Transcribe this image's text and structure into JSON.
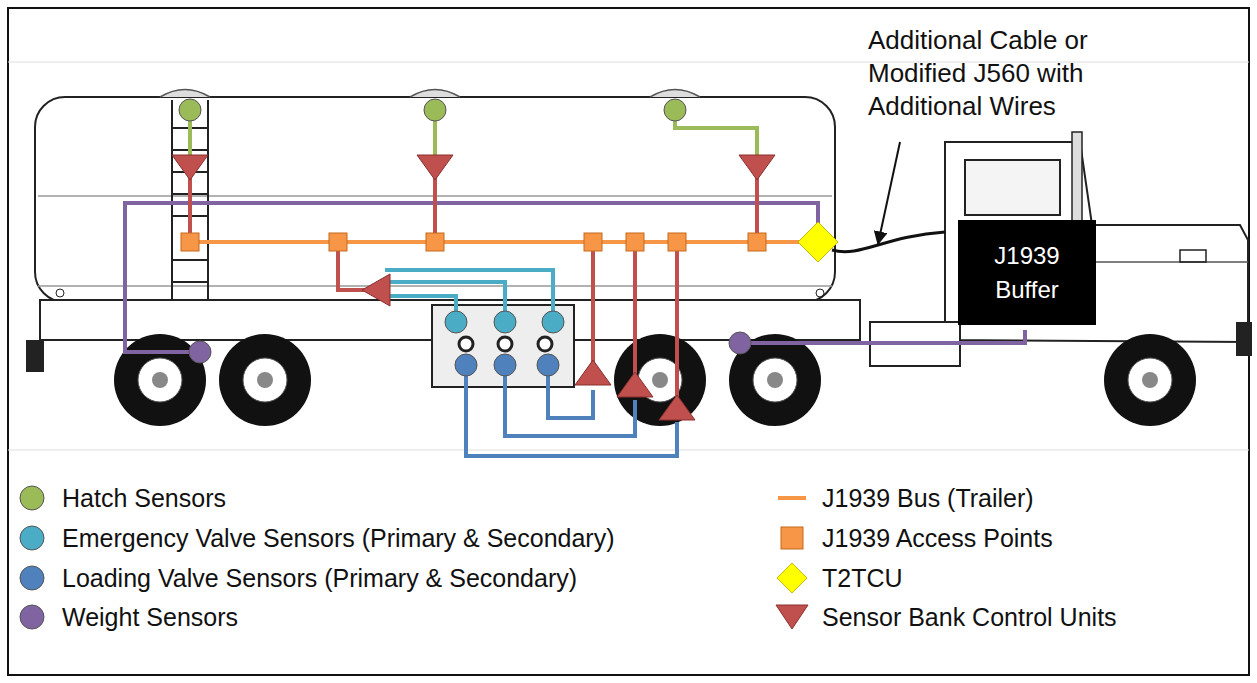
{
  "diagram": {
    "nodes": [
      {
        "text": [
          "J1939 Buffer"
        ]
      }
    ],
    "labels": [
      "Additional Cable or Modified J560 with Additional Wires"
    ],
    "legend": [
      {
        "text": "Hatch Sensors",
        "color": "#9bbb59"
      },
      {
        "text": "Emergency Valve Sensors (Primary & Secondary)",
        "color": "#4bacc6"
      },
      {
        "text": "Loading Valve Sensors (Primary & Secondary)",
        "color": "#4f81bd"
      },
      {
        "text": "Weight Sensors",
        "color": "#8064a2"
      },
      {
        "text": "J1939 Bus (Trailer)"
      },
      {
        "text": "J1939 Access Points",
        "color": "#f79646"
      },
      {
        "text": "T2TCU",
        "color": "#ffff00"
      },
      {
        "text": "Sensor Bank Control Units",
        "color": "#c0504d"
      }
    ]
  }
}
